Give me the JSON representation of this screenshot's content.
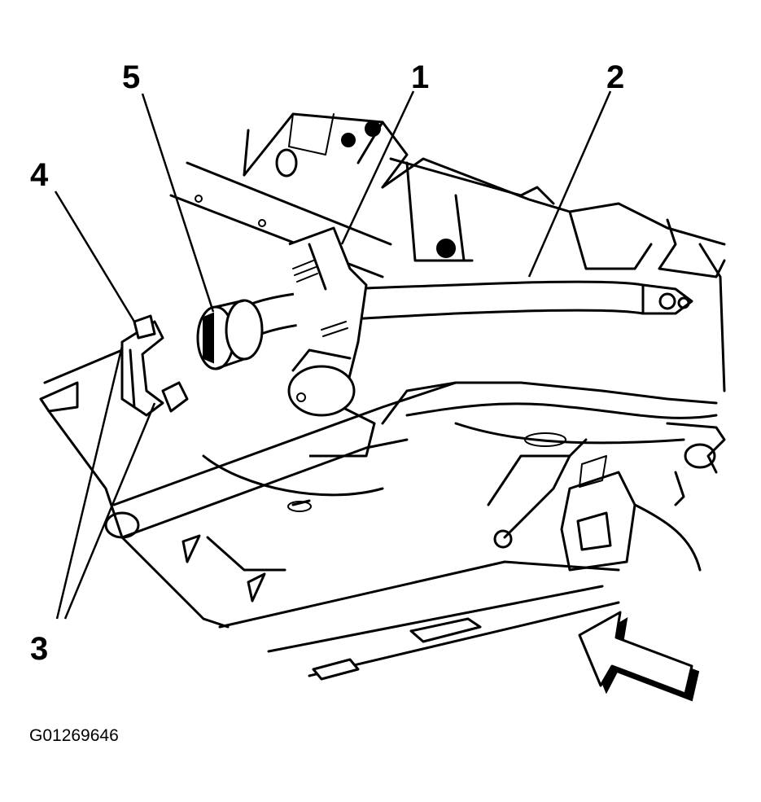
{
  "callouts": {
    "c1": "1",
    "c2": "2",
    "c3": "3",
    "c4": "4",
    "c5": "5"
  },
  "figure_id": "G01269646",
  "view_arrow_icon": "view-direction-arrow-icon"
}
